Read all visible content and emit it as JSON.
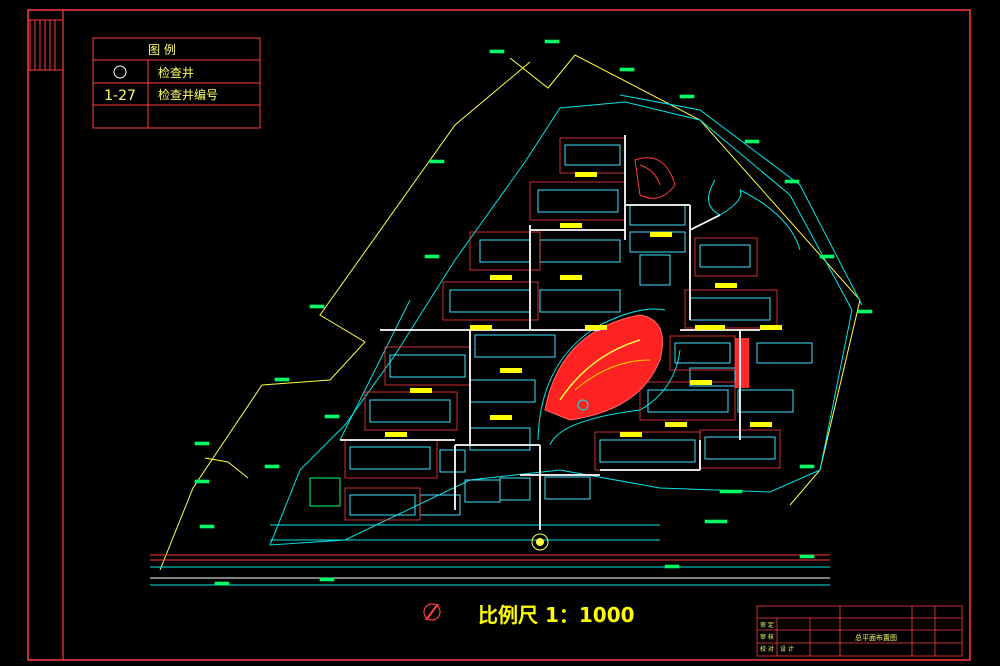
{
  "legend": {
    "title": "图  例",
    "rows": [
      {
        "symbol": "circle-icon",
        "label": "检查井"
      },
      {
        "symbol": "1-27",
        "label": "检查井编号"
      }
    ]
  },
  "scale_label": "比例尺  1：1000",
  "title_block": {
    "project_cell": "总平面布置图",
    "labels": [
      "审 定",
      "审 核",
      "校 对",
      "设 计"
    ]
  },
  "colors": {
    "frame": "#ff3b3b",
    "boundary": "#ffff44",
    "road": "#00e5e5",
    "building": "#40e0ff",
    "sewer": "#ffffff",
    "label": "#00ff66",
    "park": "#ff2a2a",
    "marker": "#ffff00"
  }
}
